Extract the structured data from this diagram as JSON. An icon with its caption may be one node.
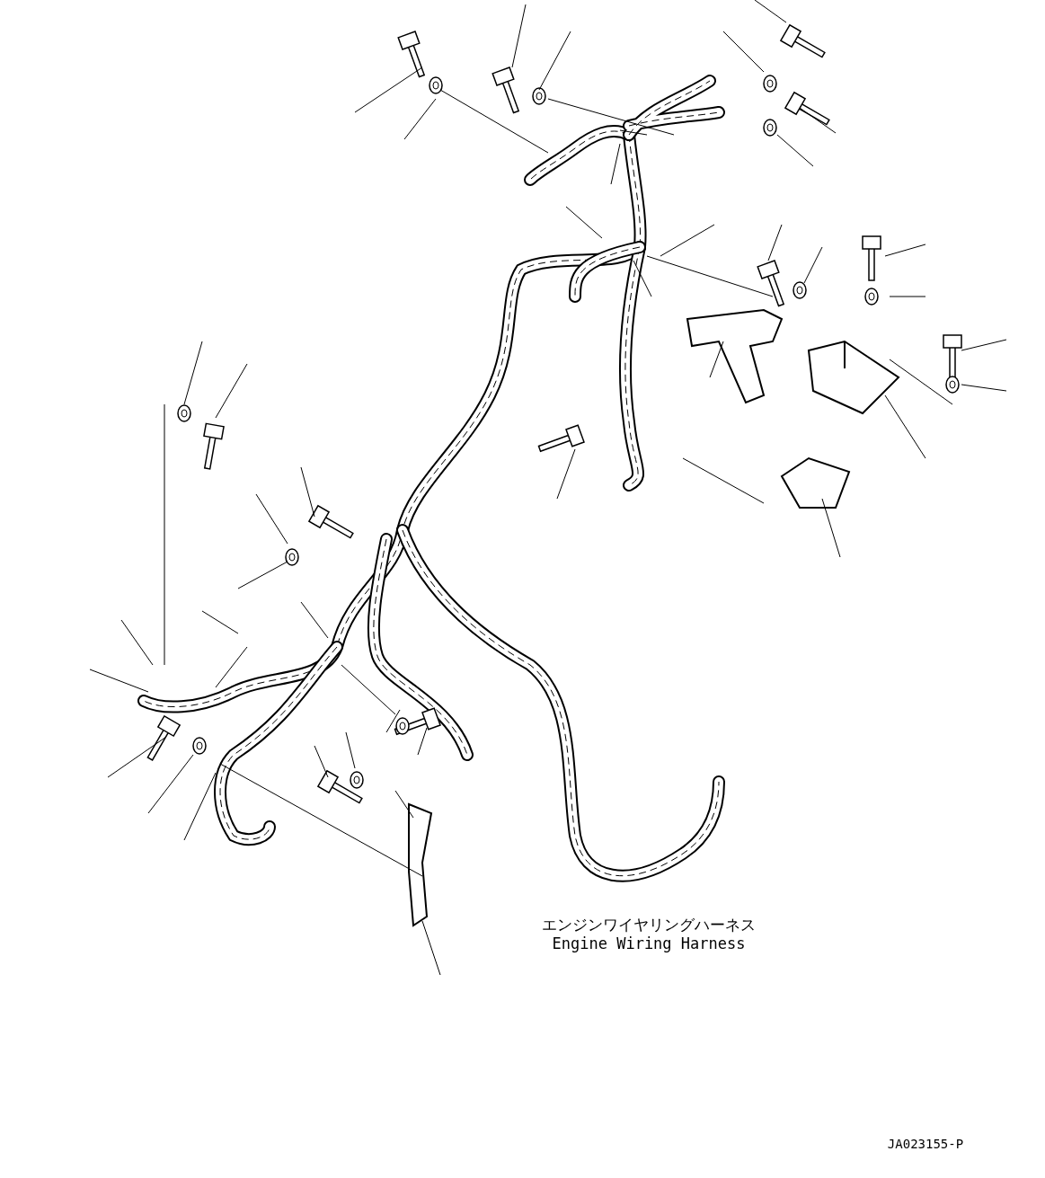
{
  "diagram": {
    "labels": [
      "エンジンワイヤリングハーネス",
      "Engine Wiring Harness",
      "JA023155-P"
    ]
  }
}
